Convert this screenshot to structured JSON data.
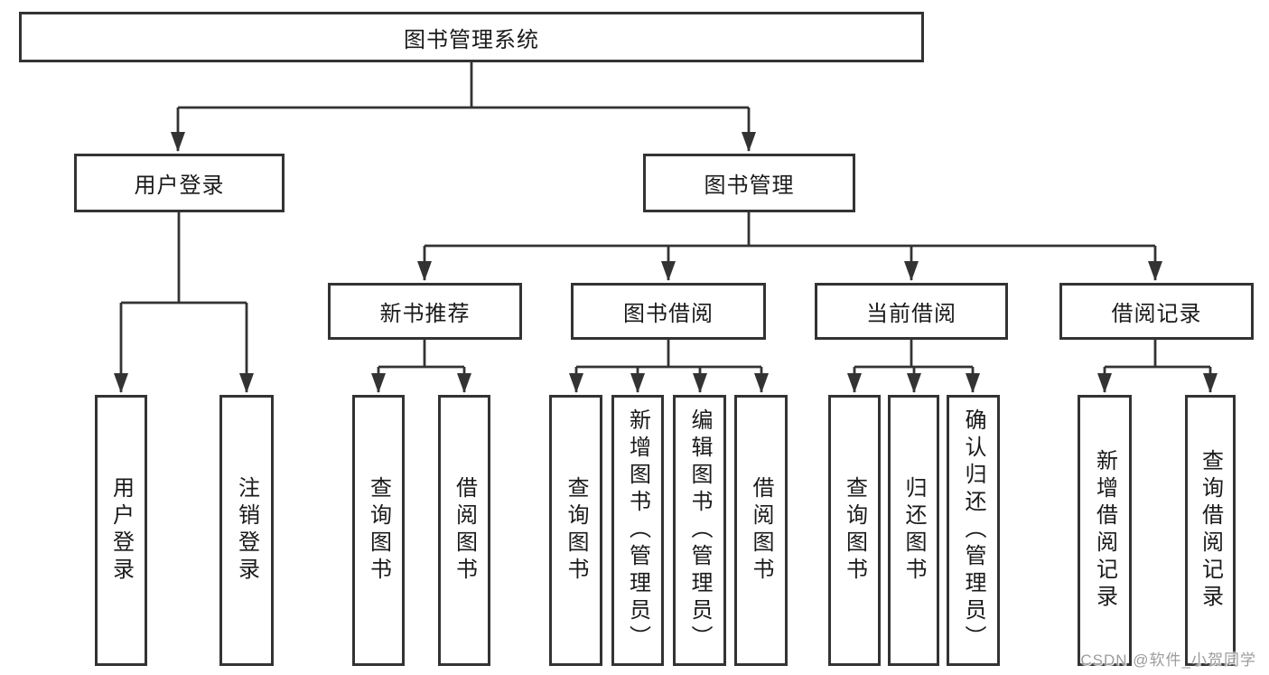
{
  "tree": {
    "label": "图书管理系统",
    "children": [
      {
        "label": "用户登录",
        "children": [
          {
            "label": "用户登录"
          },
          {
            "label": "注销登录"
          }
        ]
      },
      {
        "label": "图书管理",
        "children": [
          {
            "label": "新书推荐",
            "children": [
              {
                "label": "查询图书"
              },
              {
                "label": "借阅图书"
              }
            ]
          },
          {
            "label": "图书借阅",
            "children": [
              {
                "label": "查询图书"
              },
              {
                "label": "新增图书（管理员）"
              },
              {
                "label": "编辑图书（管理员）"
              },
              {
                "label": "借阅图书"
              }
            ]
          },
          {
            "label": "当前借阅",
            "children": [
              {
                "label": "查询图书"
              },
              {
                "label": "归还图书"
              },
              {
                "label": "确认归还（管理员）"
              }
            ]
          },
          {
            "label": "借阅记录",
            "children": [
              {
                "label": "新增借阅记录"
              },
              {
                "label": "查询借阅记录"
              }
            ]
          }
        ]
      }
    ]
  },
  "watermark": "CSDN @软件_小贺同学",
  "colors": {
    "line": "#333333",
    "text": "#1a1a1a",
    "background": "#ffffff",
    "watermark": "#9c9c9c"
  }
}
